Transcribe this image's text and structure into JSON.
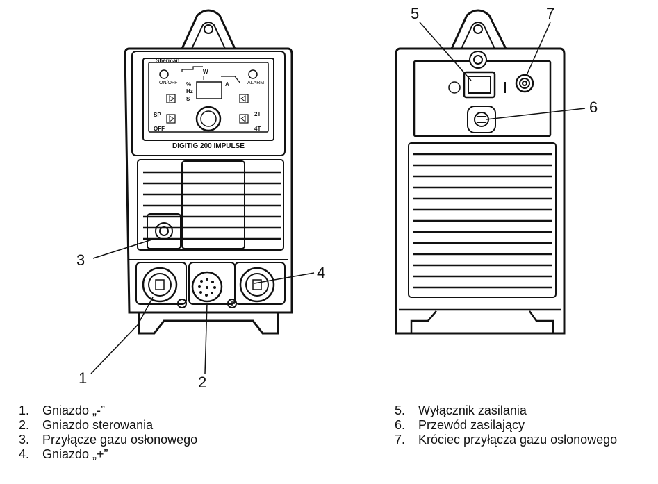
{
  "front_panel": {
    "brand": "Sherman",
    "model": "DIGITIG 200 IMPULSE",
    "on_off_label": "ON/OFF",
    "alarm_label": "ALARM",
    "mode_w": "W",
    "mode_f": "F",
    "unit_percent": "%",
    "unit_hz": "Hz",
    "unit_s": "S",
    "unit_a": "A",
    "btn_sp": "SP",
    "btn_off": "OFF",
    "btn_2t": "2T",
    "btn_4t": "4T"
  },
  "callouts": {
    "c1": "1",
    "c2": "2",
    "c3": "3",
    "c4": "4",
    "c5": "5",
    "c6": "6",
    "c7": "7"
  },
  "legend_left": [
    {
      "num": "1.",
      "text": "Gniazdo „-”"
    },
    {
      "num": "2.",
      "text": "Gniazdo sterowania"
    },
    {
      "num": "3.",
      "text": "Przyłącze gazu osłonowego"
    },
    {
      "num": "4.",
      "text": "Gniazdo „+”"
    }
  ],
  "legend_right": [
    {
      "num": "5.",
      "text": "Wyłącznik zasilania"
    },
    {
      "num": "6.",
      "text": "Przewód zasilający"
    },
    {
      "num": "7.",
      "text": "Króciec przyłącza gazu osłonowego"
    }
  ]
}
